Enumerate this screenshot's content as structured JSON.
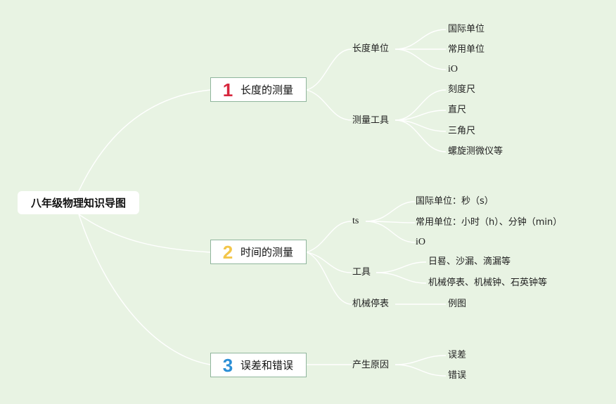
{
  "root": {
    "label": "八年级物理知识导图"
  },
  "colors": {
    "background": "#e8f3e3",
    "num1": "#d7263d",
    "num2": "#f3c64a",
    "num3": "#2c8fd6",
    "topic_border": "#8fb59c",
    "connector": "#ffffff"
  },
  "topics": [
    {
      "num": "1",
      "label": "长度的测量",
      "children": [
        {
          "label": "长度单位",
          "children": [
            "国际单位",
            "常用单位",
            "iO"
          ]
        },
        {
          "label": "测量工具",
          "children": [
            "刻度尺",
            "直尺",
            "三角尺",
            "螺旋测微仪等"
          ]
        }
      ]
    },
    {
      "num": "2",
      "label": "时间的测量",
      "children": [
        {
          "label": "ts",
          "children": [
            "国际单位：秒（s）",
            "常用单位：小时（h）、分钟（min）",
            "iO"
          ]
        },
        {
          "label": "工具",
          "children": [
            "日晷、沙漏、滴漏等",
            "机械停表、机械钟、石英钟等"
          ]
        },
        {
          "label": "机械停表",
          "children": [
            "例图"
          ]
        }
      ]
    },
    {
      "num": "3",
      "label": "误差和错误",
      "children": [
        {
          "label": "产生原因",
          "children": [
            "误差",
            "错误"
          ]
        }
      ]
    }
  ]
}
